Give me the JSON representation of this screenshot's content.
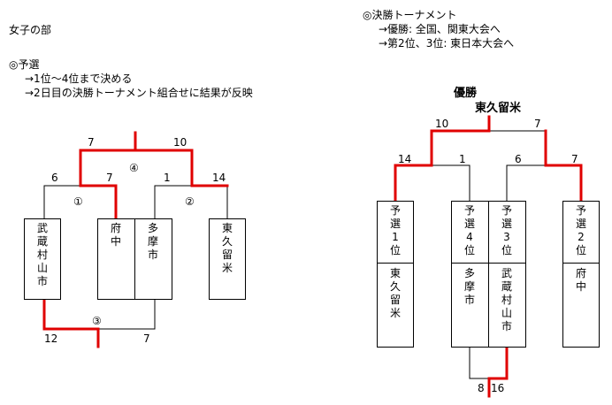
{
  "left": {
    "section_title": "女子の部",
    "prelim_heading": "◎予選",
    "prelim_line1": "→1位〜4位まで決める",
    "prelim_line2": "→2日目の決勝トーナメント組合せに結果が反映",
    "teams": [
      "武蔵村山市",
      "府中",
      "多摩市",
      "東久留米"
    ],
    "match_labels": [
      "①",
      "②",
      "③",
      "④"
    ],
    "scores": {
      "m1_left": "6",
      "m1_right": "7",
      "m2_left": "1",
      "m2_right": "14",
      "m4_left": "7",
      "m4_right": "10",
      "m3_left": "12",
      "m3_right": "7"
    }
  },
  "right": {
    "final_heading": "◎決勝トーナメント",
    "final_line1": "→優勝: 全国、関東大会へ",
    "final_line2": "→第2位、3位: 東日本大会へ",
    "champion_label": "優勝",
    "champion_team": "東久留米",
    "seeds": [
      "予選1位",
      "予選4位",
      "予選3位",
      "予選2位"
    ],
    "teams": [
      "東久留米",
      "多摩市",
      "武蔵村山市",
      "府中"
    ],
    "scores": {
      "top_left": "10",
      "top_right": "7",
      "sf1_left": "14",
      "sf1_right": "1",
      "sf2_left": "6",
      "sf2_right": "7",
      "third_left": "8",
      "third_right": "16"
    }
  },
  "colors": {
    "win_line": "#e00000",
    "line": "#000000"
  }
}
